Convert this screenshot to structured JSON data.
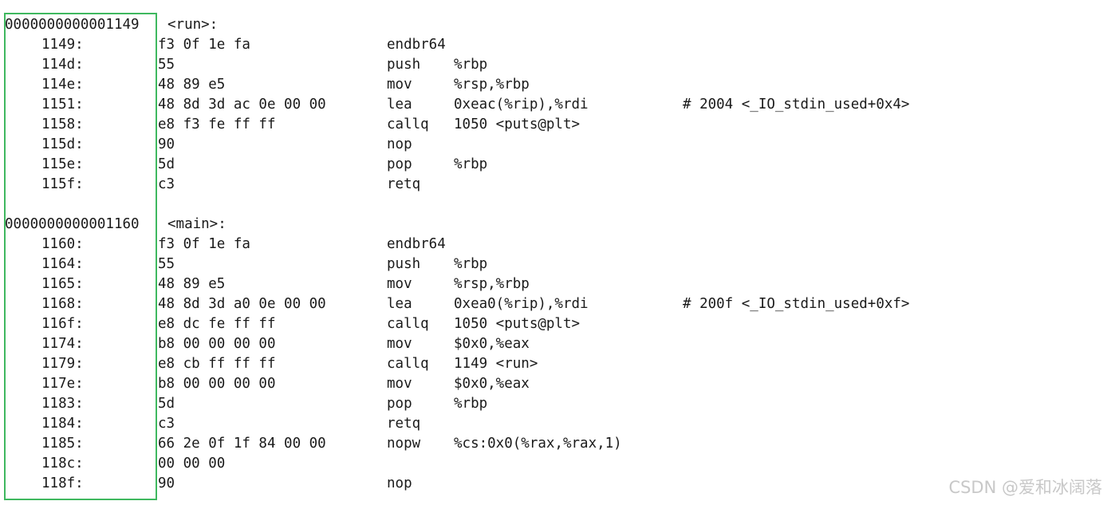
{
  "functions": [
    {
      "symbol_address": "0000000000001149",
      "symbol_name": "<run>:",
      "instructions": [
        {
          "addr": "1149:",
          "bytes": "f3 0f 1e fa",
          "mnemonic": "endbr64",
          "operands": "",
          "comment": ""
        },
        {
          "addr": "114d:",
          "bytes": "55",
          "mnemonic": "push",
          "operands": "%rbp",
          "comment": ""
        },
        {
          "addr": "114e:",
          "bytes": "48 89 e5",
          "mnemonic": "mov",
          "operands": "%rsp,%rbp",
          "comment": ""
        },
        {
          "addr": "1151:",
          "bytes": "48 8d 3d ac 0e 00 00",
          "mnemonic": "lea",
          "operands": "0xeac(%rip),%rdi",
          "comment": "# 2004 <_IO_stdin_used+0x4>"
        },
        {
          "addr": "1158:",
          "bytes": "e8 f3 fe ff ff",
          "mnemonic": "callq",
          "operands": "1050 <puts@plt>",
          "comment": ""
        },
        {
          "addr": "115d:",
          "bytes": "90",
          "mnemonic": "nop",
          "operands": "",
          "comment": ""
        },
        {
          "addr": "115e:",
          "bytes": "5d",
          "mnemonic": "pop",
          "operands": "%rbp",
          "comment": ""
        },
        {
          "addr": "115f:",
          "bytes": "c3",
          "mnemonic": "retq",
          "operands": "",
          "comment": ""
        }
      ]
    },
    {
      "symbol_address": "0000000000001160",
      "symbol_name": "<main>:",
      "instructions": [
        {
          "addr": "1160:",
          "bytes": "f3 0f 1e fa",
          "mnemonic": "endbr64",
          "operands": "",
          "comment": ""
        },
        {
          "addr": "1164:",
          "bytes": "55",
          "mnemonic": "push",
          "operands": "%rbp",
          "comment": ""
        },
        {
          "addr": "1165:",
          "bytes": "48 89 e5",
          "mnemonic": "mov",
          "operands": "%rsp,%rbp",
          "comment": ""
        },
        {
          "addr": "1168:",
          "bytes": "48 8d 3d a0 0e 00 00",
          "mnemonic": "lea",
          "operands": "0xea0(%rip),%rdi",
          "comment": "# 200f <_IO_stdin_used+0xf>"
        },
        {
          "addr": "116f:",
          "bytes": "e8 dc fe ff ff",
          "mnemonic": "callq",
          "operands": "1050 <puts@plt>",
          "comment": ""
        },
        {
          "addr": "1174:",
          "bytes": "b8 00 00 00 00",
          "mnemonic": "mov",
          "operands": "$0x0,%eax",
          "comment": ""
        },
        {
          "addr": "1179:",
          "bytes": "e8 cb ff ff ff",
          "mnemonic": "callq",
          "operands": "1149 <run>",
          "comment": ""
        },
        {
          "addr": "117e:",
          "bytes": "b8 00 00 00 00",
          "mnemonic": "mov",
          "operands": "$0x0,%eax",
          "comment": ""
        },
        {
          "addr": "1183:",
          "bytes": "5d",
          "mnemonic": "pop",
          "operands": "%rbp",
          "comment": ""
        },
        {
          "addr": "1184:",
          "bytes": "c3",
          "mnemonic": "retq",
          "operands": "",
          "comment": ""
        },
        {
          "addr": "1185:",
          "bytes": "66 2e 0f 1f 84 00 00",
          "mnemonic": "nopw",
          "operands": "%cs:0x0(%rax,%rax,1)",
          "comment": ""
        },
        {
          "addr": "118c:",
          "bytes": "00 00 00",
          "mnemonic": "",
          "operands": "",
          "comment": ""
        },
        {
          "addr": "118f:",
          "bytes": "90",
          "mnemonic": "nop",
          "operands": "",
          "comment": ""
        }
      ]
    }
  ],
  "highlight": {
    "color": "#3fb85f"
  },
  "watermark": "CSDN @爱和冰阔落"
}
